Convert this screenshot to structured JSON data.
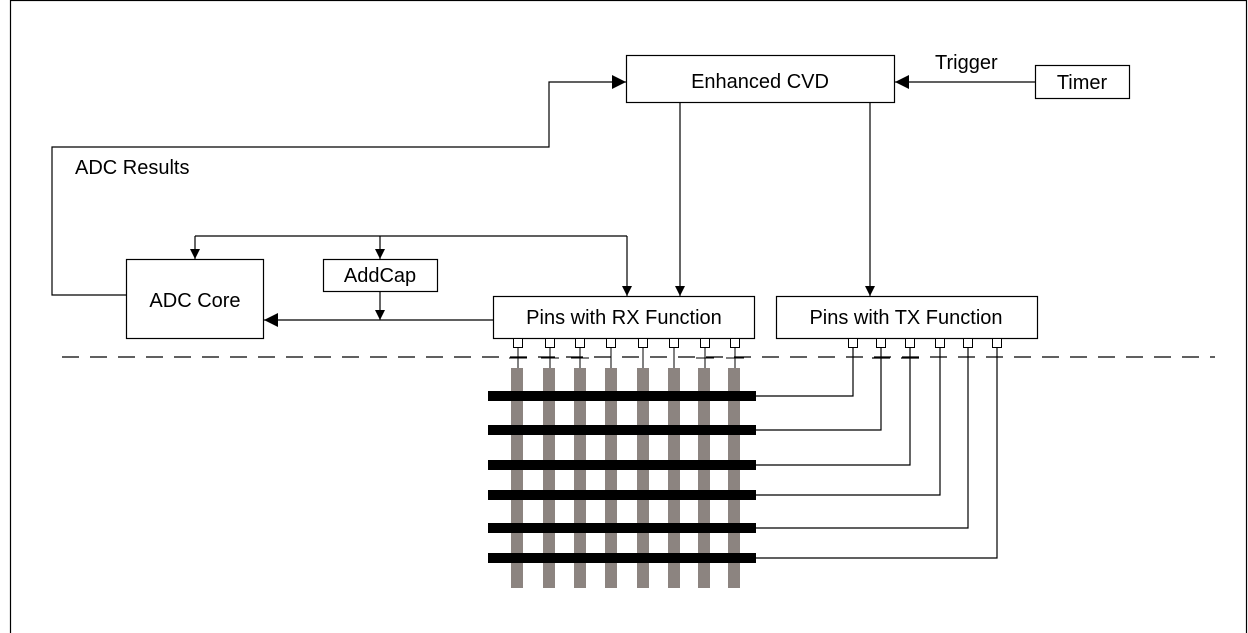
{
  "diagram": {
    "blocks": {
      "enhanced_cvd": "Enhanced CVD",
      "timer": "Timer",
      "adc_core": "ADC Core",
      "addcap": "AddCap",
      "rx_pins": "Pins with RX Function",
      "tx_pins": "Pins with TX Function"
    },
    "labels": {
      "trigger": "Trigger",
      "adc_results": "ADC Results"
    },
    "colors": {
      "line": "#000000",
      "background": "#ffffff",
      "rx_electrode": "#8c8480",
      "tx_electrode": "#000000"
    },
    "electrodes": {
      "rx_columns": 8,
      "tx_rows": 6
    }
  }
}
